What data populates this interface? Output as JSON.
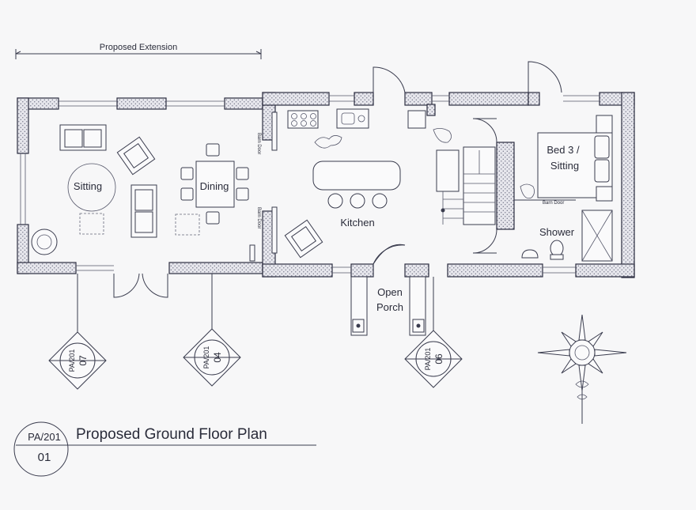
{
  "extension": {
    "label": "Proposed Extension"
  },
  "rooms": {
    "sitting": "Sitting",
    "dining": "Dining",
    "kitchen": "Kitchen",
    "bed3_line1": "Bed 3 /",
    "bed3_line2": "Sitting",
    "shower": "Shower",
    "porch_line1": "Open",
    "porch_line2": "Porch"
  },
  "door_notes": {
    "barn_door_upper": "Barn Door",
    "barn_door_lower": "Barn Door",
    "barn_door_bed": "Barn Door"
  },
  "section_markers": [
    {
      "ref": "PA/201",
      "num": "07"
    },
    {
      "ref": "PA/201",
      "num": "04"
    },
    {
      "ref": "PA/201",
      "num": "06"
    }
  ],
  "title_block": {
    "sheet_ref": "PA/201",
    "drawing_num": "01",
    "title": "Proposed Ground Floor Plan"
  }
}
